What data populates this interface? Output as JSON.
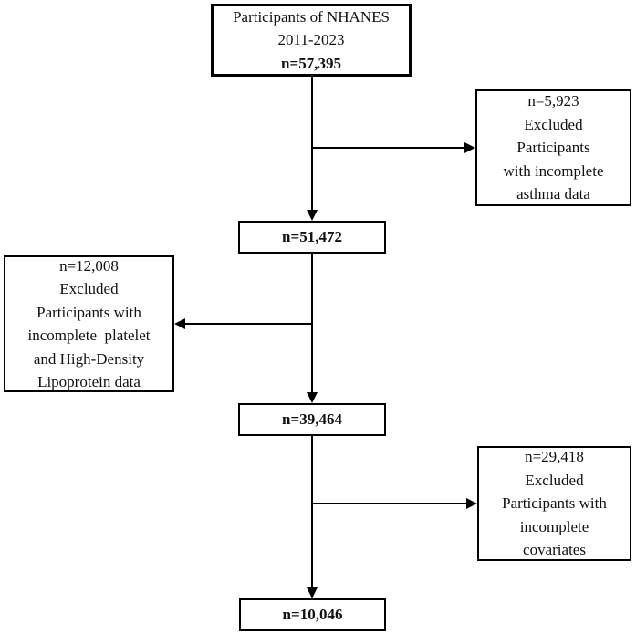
{
  "diagram": {
    "type": "participant-flowchart",
    "colors": {
      "border": "#000000",
      "background": "#ffffff",
      "text": "#111111"
    },
    "boxes": {
      "top": {
        "line1": "Participants of NHANES",
        "line2": "2011-2023",
        "count": "n=57,395"
      },
      "excluded_asthma": {
        "count": "n=5,923",
        "line1": "Excluded",
        "line2": "Participants",
        "line3": "with incomplete",
        "line4": "asthma data"
      },
      "after_asthma": {
        "count": "n=51,472"
      },
      "excluded_platelet": {
        "count": "n=12,008",
        "line1": "Excluded",
        "line2": "Participants with",
        "line3": "incomplete  platelet",
        "line4": "and High-Density",
        "line5": "Lipoprotein data"
      },
      "after_platelet": {
        "count": "n=39,464"
      },
      "excluded_covariates": {
        "count": "n=29,418",
        "line1": "Excluded",
        "line2": "Participants with",
        "line3": "incomplete",
        "line4": "covariates"
      },
      "final": {
        "count": "n=10,046"
      }
    }
  }
}
